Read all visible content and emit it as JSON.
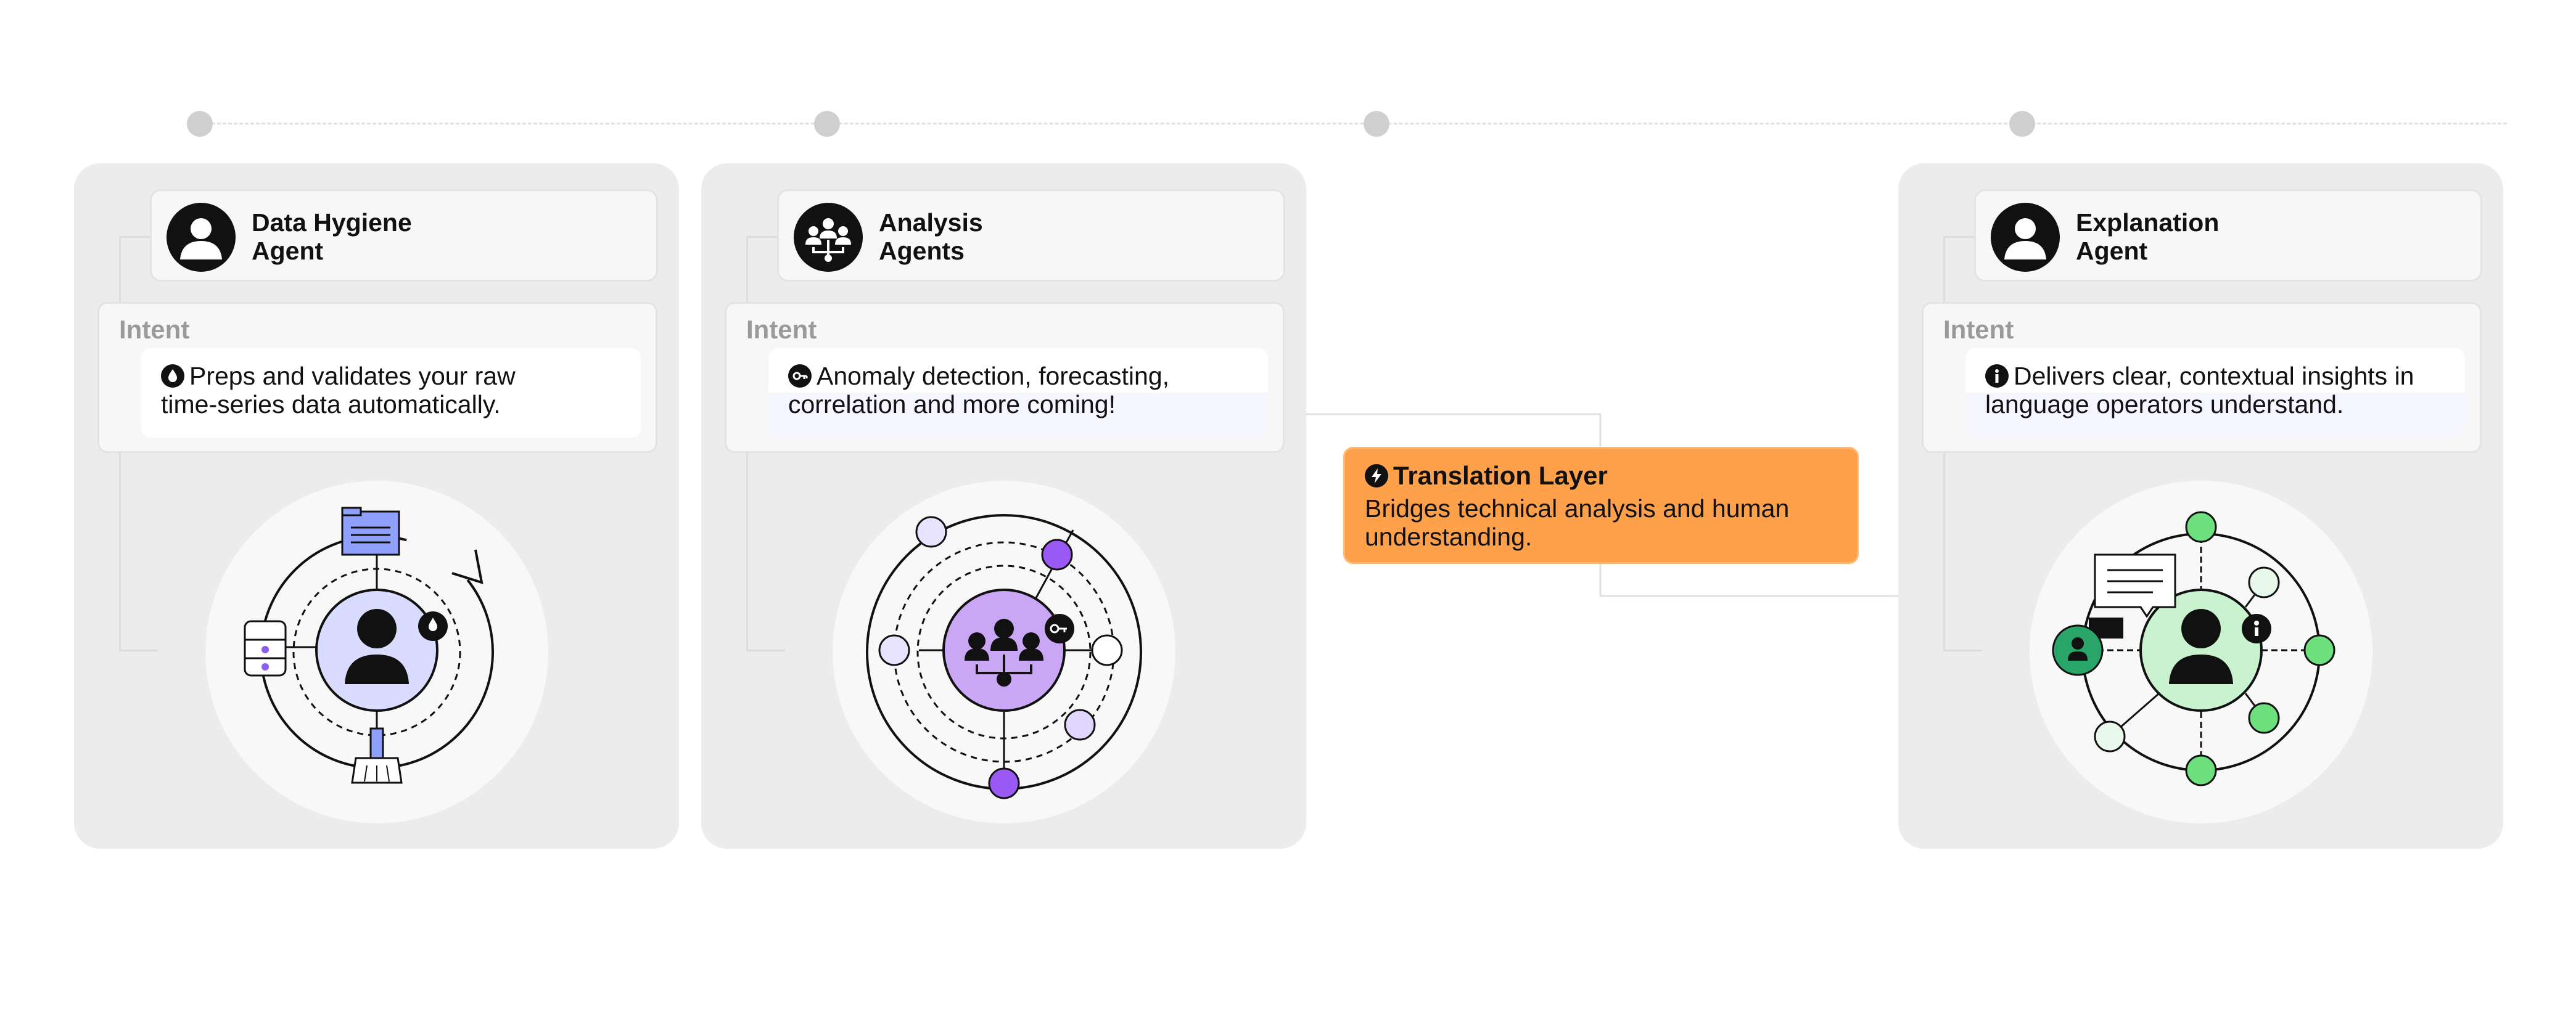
{
  "timeline": {
    "dots": 4
  },
  "cards": [
    {
      "title": "Data Hygiene Agent",
      "title_line1": "Data Hygiene",
      "title_line2": "Agent",
      "avatar_icon": "person-icon",
      "intent_label": "Intent",
      "intent_icon": "droplet-icon",
      "intent_line1": "Preps and validates your raw",
      "intent_line2": "time-series data automatically.",
      "illustration": "data-hygiene-orbit",
      "accent": "#d9dcff"
    },
    {
      "title": "Analysis Agents",
      "title_line1": "Analysis",
      "title_line2": "Agents",
      "avatar_icon": "group-network-icon",
      "intent_label": "Intent",
      "intent_icon": "key-icon",
      "intent_line1": "Anomaly detection, forecasting,",
      "intent_line2": "correlation and more coming!",
      "illustration": "analysis-orbit",
      "accent": "#c9a7f5"
    },
    {
      "title": "Explanation Agent",
      "title_line1": "Explanation",
      "title_line2": "Agent",
      "avatar_icon": "person-icon",
      "intent_label": "Intent",
      "intent_icon": "info-icon",
      "intent_line1": "Delivers clear, contextual insights in",
      "intent_line2": "language operators understand.",
      "illustration": "explanation-orbit",
      "accent": "#c9f2cf"
    }
  ],
  "translation_layer": {
    "icon": "lightning-icon",
    "title": "Translation Layer",
    "description": "Bridges technical analysis and human understanding.",
    "color": "#ffa04a"
  }
}
